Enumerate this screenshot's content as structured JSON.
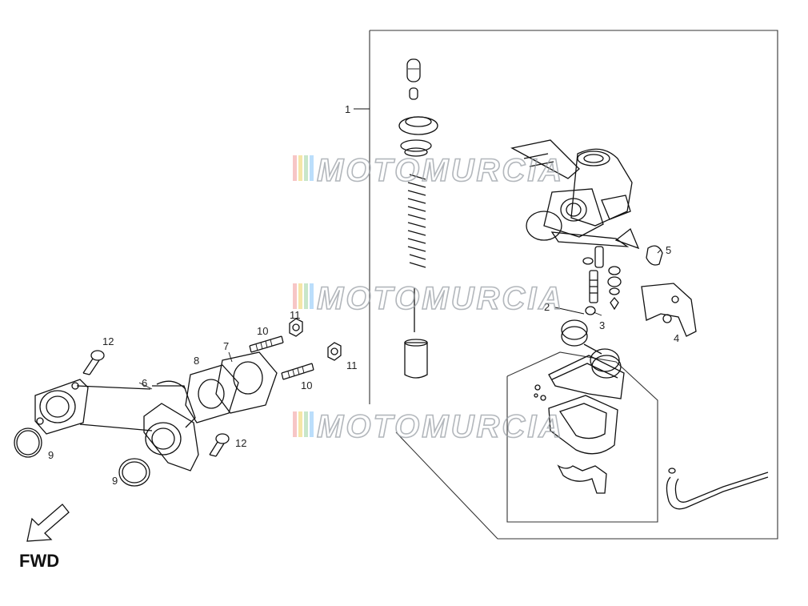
{
  "watermark": {
    "text": "MOTOMURCIA",
    "stripe_colors": [
      "#f7c6c6",
      "#f5e6a8",
      "#c8e6c9",
      "#bbdefb"
    ]
  },
  "fwd_label": "FWD",
  "callouts": [
    {
      "id": "c1",
      "text": "1"
    },
    {
      "id": "c2",
      "text": "2"
    },
    {
      "id": "c3",
      "text": "3"
    },
    {
      "id": "c4",
      "text": "4"
    },
    {
      "id": "c5",
      "text": "5"
    },
    {
      "id": "c6",
      "text": "6"
    },
    {
      "id": "c7",
      "text": "7"
    },
    {
      "id": "c8",
      "text": "8"
    },
    {
      "id": "c9a",
      "text": "9"
    },
    {
      "id": "c9b",
      "text": "9"
    },
    {
      "id": "c10a",
      "text": "10"
    },
    {
      "id": "c10b",
      "text": "10"
    },
    {
      "id": "c11a",
      "text": "11"
    },
    {
      "id": "c11b",
      "text": "11"
    },
    {
      "id": "c12a",
      "text": "12"
    },
    {
      "id": "c12b",
      "text": "12"
    }
  ]
}
